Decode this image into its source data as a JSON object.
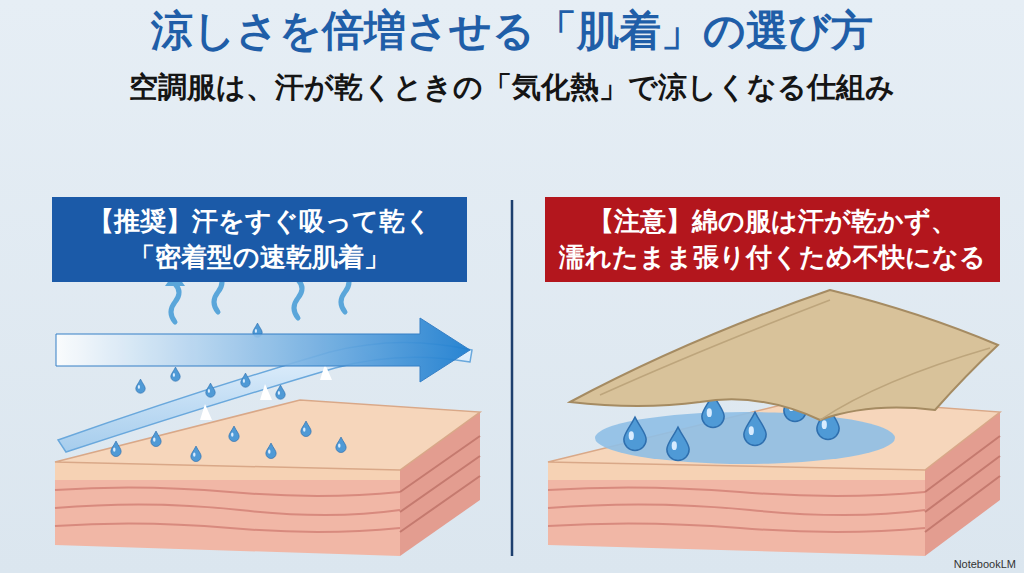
{
  "diagram": {
    "title": "涼しさを倍増させる「肌着」の選び方",
    "nodes": [
      {
        "text": [
          "【推奨】汗をすぐ吸って乾く 「密着型の速乾肌着」"
        ]
      },
      {
        "text": [
          "【注意】綿の服は汗が乾かず、 濡れたまま張り付くため不快になる"
        ]
      }
    ],
    "labels": [
      "空調服は、汗が乾くときの「気化熱」で涼しくなる仕組み",
      "NotebookLM"
    ]
  }
}
